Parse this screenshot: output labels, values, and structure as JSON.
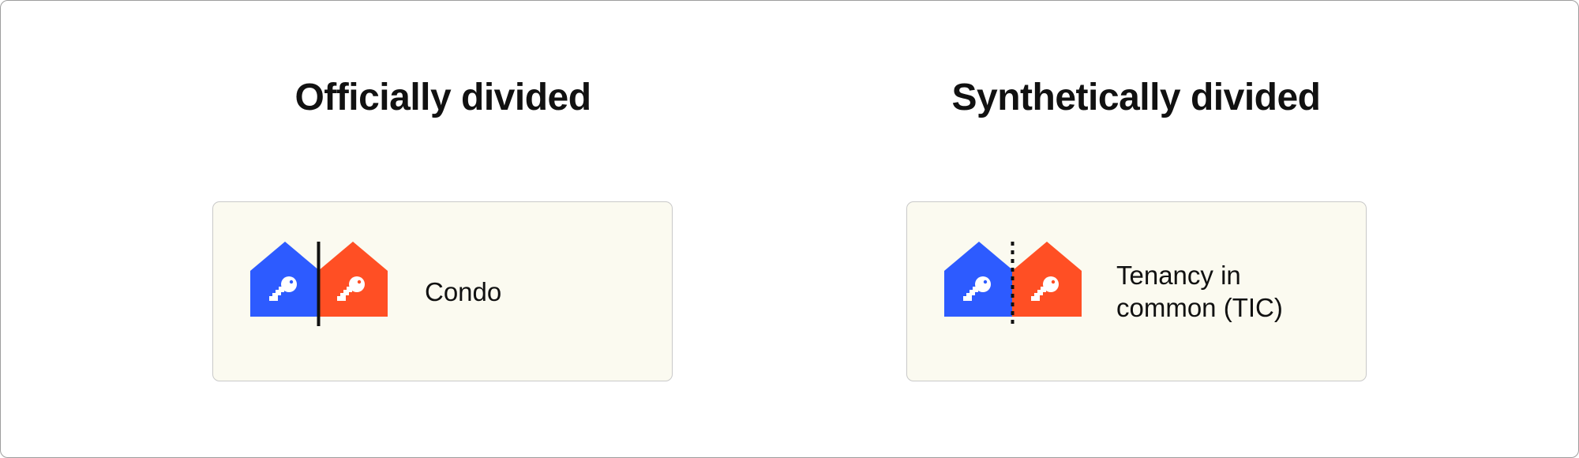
{
  "sections": [
    {
      "heading": "Officially divided",
      "card": {
        "label_lines": [
          "Condo"
        ],
        "divider_style": "solid"
      }
    },
    {
      "heading": "Synthetically divided",
      "card": {
        "label_lines": [
          "Tenancy in",
          "common (TIC)"
        ],
        "divider_style": "dotted"
      }
    }
  ],
  "colors": {
    "house_left": "#2d5bff",
    "house_right": "#ff4f24",
    "divider": "#111111",
    "card_background": "#fbfaf0",
    "key": "#ffffff"
  },
  "icons": [
    "house-icon",
    "key-icon"
  ]
}
